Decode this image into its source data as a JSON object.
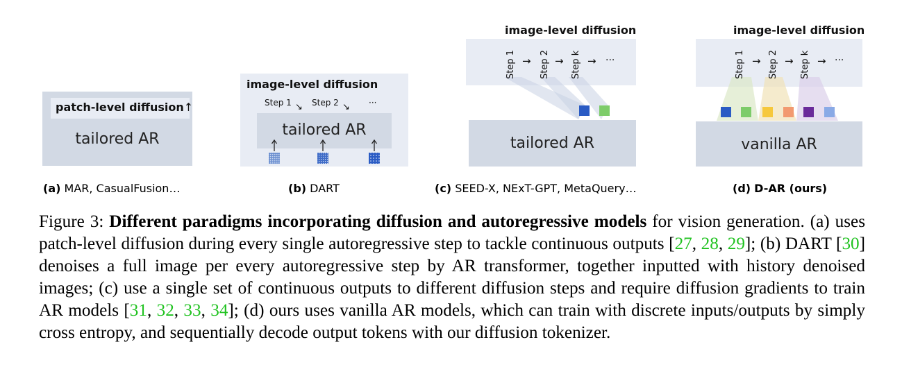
{
  "panels": {
    "a": {
      "label_prefix": "(a)",
      "label_rest": "MAR, CasualFusion…",
      "patch_label": "patch-level diffusion",
      "arrow": "↑",
      "ar_label": "tailored AR"
    },
    "b": {
      "label_prefix": "(b)",
      "label_rest": "DART",
      "title": "image-level diffusion",
      "step1": "Step 1",
      "step2": "Step 2",
      "ellipsis": "···",
      "ar_label": "tailored AR"
    },
    "c": {
      "label_prefix": "(c)",
      "label_rest": "SEED-X, NExT-GPT, MetaQuery…",
      "title": "image-level diffusion",
      "step1": "Step 1",
      "step2": "Step 2",
      "stepk": "Step k",
      "arrow": "→",
      "ellipsis": "···",
      "ar_label": "tailored AR"
    },
    "d": {
      "label_prefix": "(d)",
      "label_rest": "D-AR (ours)",
      "title": "image-level diffusion",
      "step1": "Step 1",
      "step2": "Step 2",
      "stepk": "Step k",
      "arrow": "→",
      "ellipsis": "···",
      "ar_label": "vanilla AR"
    }
  },
  "caption": {
    "figure_label": "Figure 3:",
    "bold_title": "Different paradigms incorporating diffusion and autoregressive models",
    "t1": " for vision generation. (a) uses patch-level diffusion during every single autoregressive step to tackle continuous outputs [",
    "c27": "27",
    "c28": "28",
    "c29": "29",
    "t2": "]; (b) DART [",
    "c30": "30",
    "t3": "] denoises a full image per every autoregressive step by AR transformer, together inputted with history denoised images; (c) use a single set of continuous outputs to different diffusion steps and require diffusion gradients to train AR models [",
    "c31": "31",
    "c32": "32",
    "c33": "33",
    "c34": "34",
    "t4": "]; (d) ours uses vanilla AR models, which can train with discrete inputs/outputs by simply cross entropy, and sequentially decode output tokens with our diffusion tokenizer."
  },
  "colors": {
    "citation": "#1fc21f",
    "panel_dark": "#d2d9e4",
    "panel_light": "#e8ecf4",
    "token_blue": "#2a5bc4",
    "token_green": "#7dcc6a",
    "token_yellow": "#f6c83c",
    "token_orange": "#f29a70",
    "token_purple": "#6a2a9a",
    "token_lightblue": "#8aaae6"
  }
}
